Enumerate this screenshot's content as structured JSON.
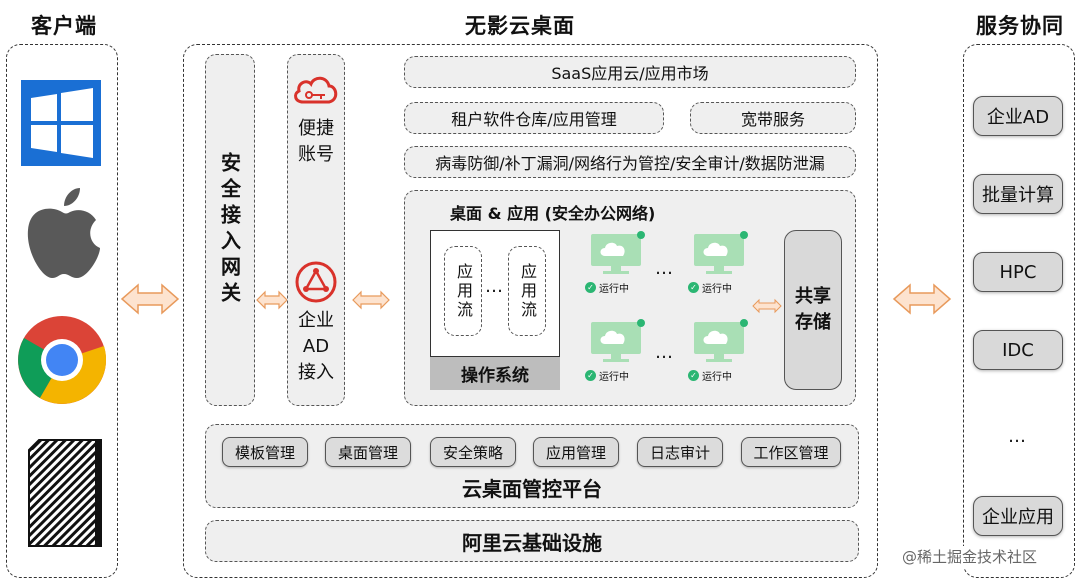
{
  "titles": {
    "client": "客户端",
    "desktop": "无影云桌面",
    "service": "服务协同"
  },
  "gateway": "安全接入网关",
  "account": {
    "convenient": "便捷\n账号",
    "ad": "企业\nAD\n接入"
  },
  "top_rows": {
    "saas": "SaaS应用云/应用市场",
    "tenant": "租户软件仓库/应用管理",
    "broadband": "宽带服务",
    "security": "病毒防御/补丁漏洞/网络行为管控/安全审计/数据防泄漏"
  },
  "desktop_app": {
    "title": "桌面 & 应用 (安全办公网络)",
    "app_stream_1": "应用流",
    "app_stream_2": "应用流",
    "os": "操作系统",
    "running": "运行中",
    "storage": "共享存储"
  },
  "mgmt": {
    "items": [
      "模板管理",
      "桌面管理",
      "安全策略",
      "应用管理",
      "日志审计",
      "工作区管理"
    ],
    "title": "云桌面管控平台"
  },
  "infra": "阿里云基础设施",
  "services": [
    "企业AD",
    "批量计算",
    "HPC",
    "IDC",
    "企业应用"
  ],
  "dots": "…",
  "watermark": "@稀土掘金技术社区",
  "colors": {
    "arrow_fill": "#fde3cf",
    "arrow_stroke": "#e89a5c",
    "windows": "#1a6fd4",
    "apple": "#595959",
    "red_icon": "#d9322b",
    "monitor": "#a9dfb5"
  }
}
